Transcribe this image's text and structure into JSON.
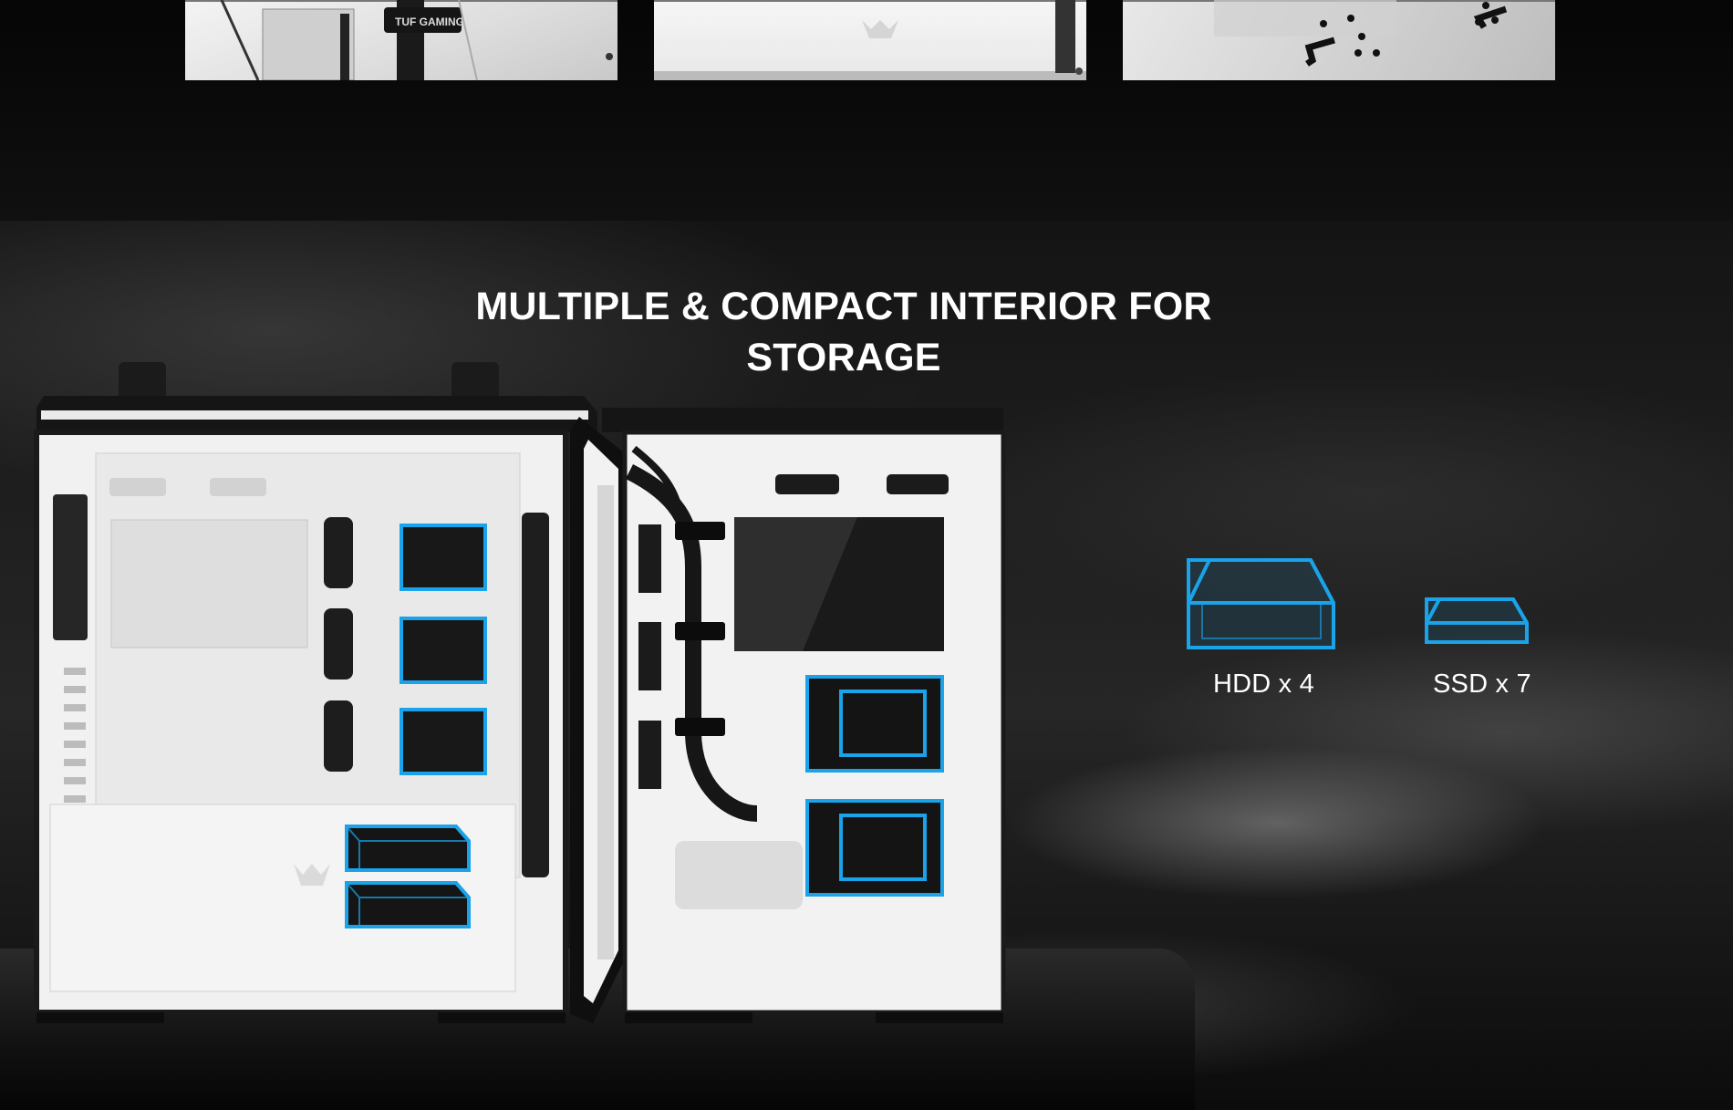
{
  "hero": {
    "title": "MULTIPLE & COMPACT INTERIOR FOR STORAGE"
  },
  "storage": {
    "hdd_label": "HDD x 4",
    "ssd_label": "SSD x 7"
  },
  "thumbnails": {
    "thumb1_text": "TUF GAMING"
  },
  "colors": {
    "accent": "#1aa3e8",
    "background": "#000000",
    "case": "#f0f0f0"
  }
}
